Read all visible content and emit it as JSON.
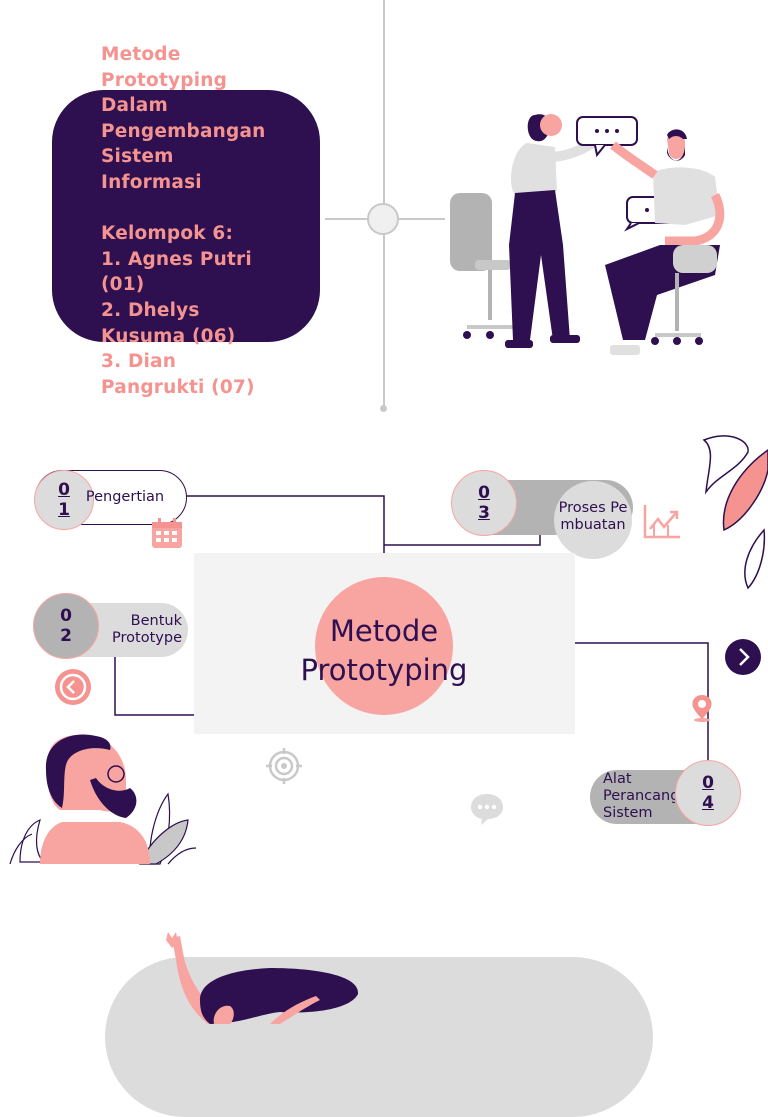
{
  "slide1": {
    "title_lines": "Metode\nPrototyping\nDalam\nPengembangan\nSistem\nInformasi\n\nKelompok 6:\n1. Agnes Putri\n(01)\n2. Dhelys\nKusuma (06)\n3. Dian\nPangrukti (07)"
  },
  "mindmap": {
    "center_title": "Metode Prototyping",
    "nodes": [
      {
        "num_a": "0",
        "num_b": "1",
        "label": "Pengertian"
      },
      {
        "num_a": "0",
        "num_b": "2",
        "label": "Bentuk Prototype"
      },
      {
        "num_a": "0",
        "num_b": "3",
        "label": "Proses Pembuatan"
      },
      {
        "num_a": "0",
        "num_b": "4",
        "label": "Alat Perancangan Sistem"
      }
    ]
  },
  "icons": {
    "calendar": "calendar-icon",
    "chart": "chart-icon",
    "speedometer": "speedometer-icon",
    "location": "location-pin-icon",
    "target": "target-icon",
    "chat": "chat-bubble-icon",
    "next": "chevron-right-icon"
  },
  "colors": {
    "navy": "#2e0f4f",
    "pink": "#f8a5a2",
    "salmon": "#f4938f",
    "light_gray": "#d9d9d9",
    "mid_gray": "#b3b3b3"
  }
}
